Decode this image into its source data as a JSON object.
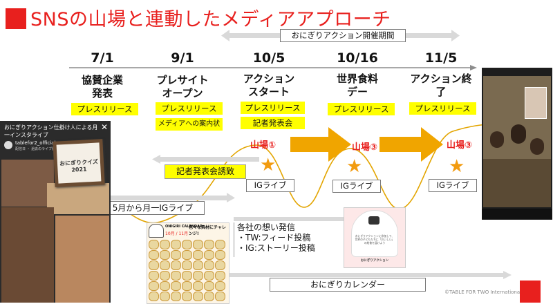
{
  "title": "SNSの山場と連動したメディアアプローチ",
  "campaign_period": "おにぎりアクション開催期間",
  "milestones": [
    {
      "date": "7/1",
      "event": "協賛企業\n発表",
      "press": "プレスリリース"
    },
    {
      "date": "9/1",
      "event": "プレサイト\nオープン",
      "press": "プレスリリース",
      "extra": "メディアへの案内状"
    },
    {
      "date": "10/5",
      "event": "アクション\nスタート",
      "press": "プレスリリース",
      "extra": "記者発表会"
    },
    {
      "date": "10/16",
      "event": "世界食料\nデー",
      "press": "プレスリリース"
    },
    {
      "date": "11/5",
      "event": "アクション終\n了",
      "press": "プレスリリース"
    }
  ],
  "peaks": [
    "山場①",
    "山場③",
    "山場③"
  ],
  "ig_live": [
    "IGライブ",
    "IGライブ",
    "IGライブ"
  ],
  "press_invite": "記者発表会誘致",
  "monthly_live": "5月から月一IGライブ",
  "message_box": {
    "line1": "各社の想い発信",
    "line2": "・TW:フィード投稿",
    "line3": "・IG:ストーリー投稿"
  },
  "calendar_label": "おにぎりカレンダー",
  "credit": "©TABLE FOR TWO International",
  "instagram_card": {
    "headline": "おにぎりアクション仕掛け人による月一インスタライブ",
    "account": "tablefor2_official",
    "sub": "配信日 ・ 過去のライブ動画",
    "quiz": "おにぎりクイズ",
    "quiz_year": "2021"
  },
  "onigiri_card": {
    "text": "おにぎりアクションに参加して、世界の子どもたちに「おいしい」の給食を届けよう",
    "brand": "おにぎりアクション"
  },
  "calendar_card": {
    "heading": "ONIGIRI CALENDAR",
    "subheading": "色々な具材にチャレンジ!",
    "months": "10月 / 11月"
  },
  "colors": {
    "accent": "#e8201e",
    "highlight": "#ffff00",
    "arrow_orange": "#f0a500",
    "star": "#f29b0f"
  }
}
